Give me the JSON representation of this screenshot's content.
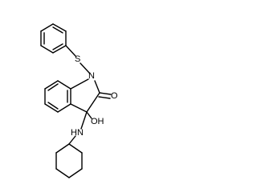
{
  "molecule": {
    "atoms": {
      "S": "S",
      "N1": "N",
      "O": "O",
      "OH": "OH",
      "NH": "HN"
    }
  }
}
